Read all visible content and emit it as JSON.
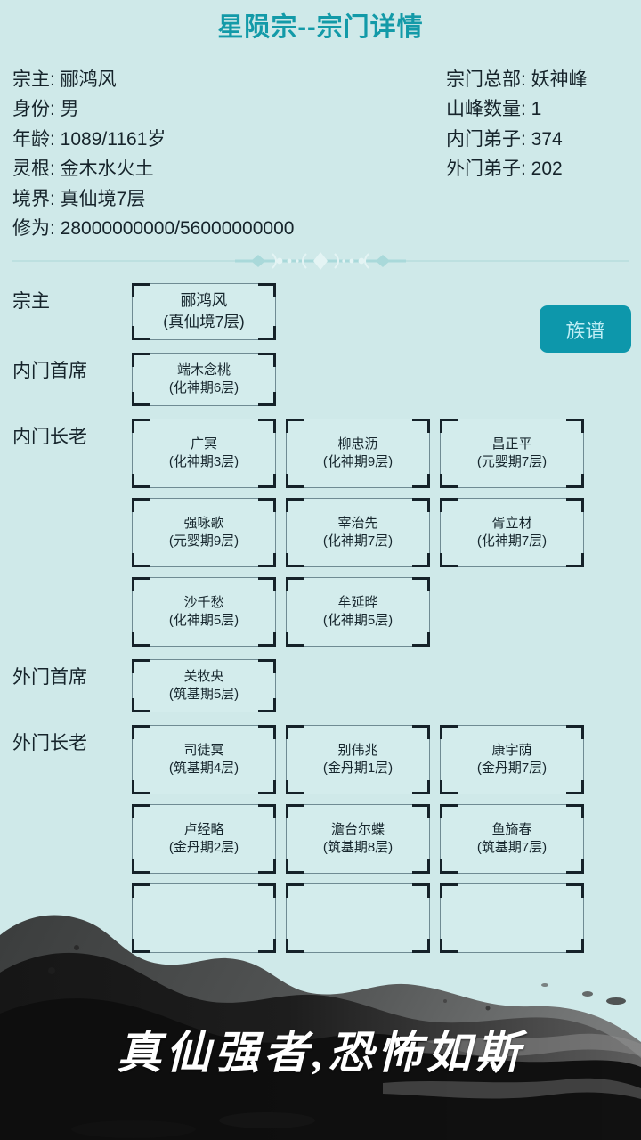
{
  "header": {
    "title": "星陨宗--宗门详情"
  },
  "info": {
    "left": [
      "宗主: 郦鸿风",
      "身份: 男",
      "年龄: 1089/1161岁",
      "灵根: 金木水火土",
      "境界: 真仙境7层",
      "修为: 28000000000/56000000000"
    ],
    "right": [
      "宗门总部: 妖神峰",
      "山峰数量: 1",
      "内门弟子: 374",
      "外门弟子: 202"
    ]
  },
  "actions": {
    "genealogy_label": "族谱"
  },
  "roster": [
    {
      "label": "宗主",
      "variant": "leader",
      "members": [
        {
          "name": "郦鸿风",
          "realm": "(真仙境7层)"
        }
      ]
    },
    {
      "label": "内门首席",
      "variant": "normal",
      "members": [
        {
          "name": "端木念桃",
          "realm": "(化神期6层)"
        }
      ]
    },
    {
      "label": "内门长老",
      "variant": "tall",
      "members": [
        {
          "name": "广冥",
          "realm": "(化神期3层)"
        },
        {
          "name": "柳忠沥",
          "realm": "(化神期9层)"
        },
        {
          "name": "昌正平",
          "realm": "(元婴期7层)"
        },
        {
          "name": "强咏歌",
          "realm": "(元婴期9层)"
        },
        {
          "name": "宰治先",
          "realm": "(化神期7层)"
        },
        {
          "name": "胥立材",
          "realm": "(化神期7层)"
        },
        {
          "name": "沙千愁",
          "realm": "(化神期5层)"
        },
        {
          "name": "牟延晔",
          "realm": "(化神期5层)"
        }
      ]
    },
    {
      "label": "外门首席",
      "variant": "normal",
      "members": [
        {
          "name": "关牧央",
          "realm": "(筑基期5层)"
        }
      ]
    },
    {
      "label": "外门长老",
      "variant": "tall",
      "members": [
        {
          "name": "司徒冥",
          "realm": "(筑基期4层)"
        },
        {
          "name": "别伟兆",
          "realm": "(金丹期1层)"
        },
        {
          "name": "康宇荫",
          "realm": "(金丹期7层)"
        },
        {
          "name": "卢经略",
          "realm": "(金丹期2层)"
        },
        {
          "name": "澹台尔蝶",
          "realm": "(筑基期8层)"
        },
        {
          "name": "鱼旖春",
          "realm": "(筑基期7层)"
        },
        {
          "name": "",
          "realm": ""
        },
        {
          "name": "",
          "realm": ""
        },
        {
          "name": "",
          "realm": ""
        }
      ]
    }
  ],
  "overlay": {
    "caption": "真仙强者,恐怖如斯"
  },
  "colors": {
    "background": "#cfe9e9",
    "title": "#139aa8",
    "accent": "#0d97ab",
    "card_bg": "#d3ecec",
    "card_border": "#6f8b93",
    "card_corner": "#152229",
    "text": "#16242b",
    "ink": "#111111"
  }
}
